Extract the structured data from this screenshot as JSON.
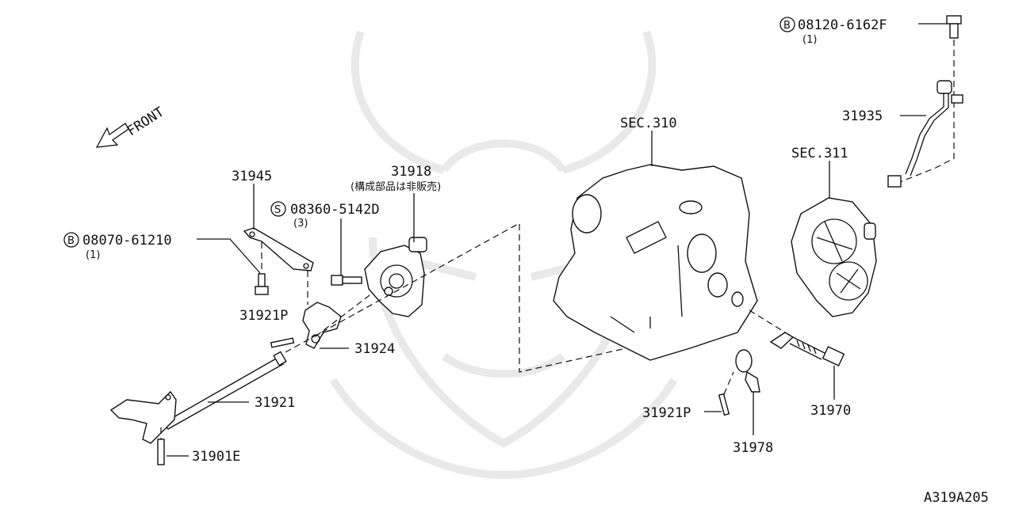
{
  "diagram": {
    "front_label": "FRONT",
    "code": "A319A205",
    "callouts": {
      "bolt_top": {
        "prefix": "B",
        "number": "08120-6162F",
        "qty": "(1)"
      },
      "harness": "31935",
      "sec310": "SEC.310",
      "sec311": "SEC.311",
      "bracket": "31945",
      "pump": {
        "number": "31918",
        "note": "(構成部品は非販売)"
      },
      "screw": {
        "prefix": "S",
        "number": "08360-5142D",
        "qty": "(3)"
      },
      "bolt_left": {
        "prefix": "B",
        "number": "08070-61210",
        "qty": "(1)"
      },
      "pin_left": "31921P",
      "lever": "31924",
      "shaft": "31921",
      "pin_bottom": "31901E",
      "pin_right": "31921P",
      "sensor": "31970",
      "collar": "31978"
    }
  }
}
